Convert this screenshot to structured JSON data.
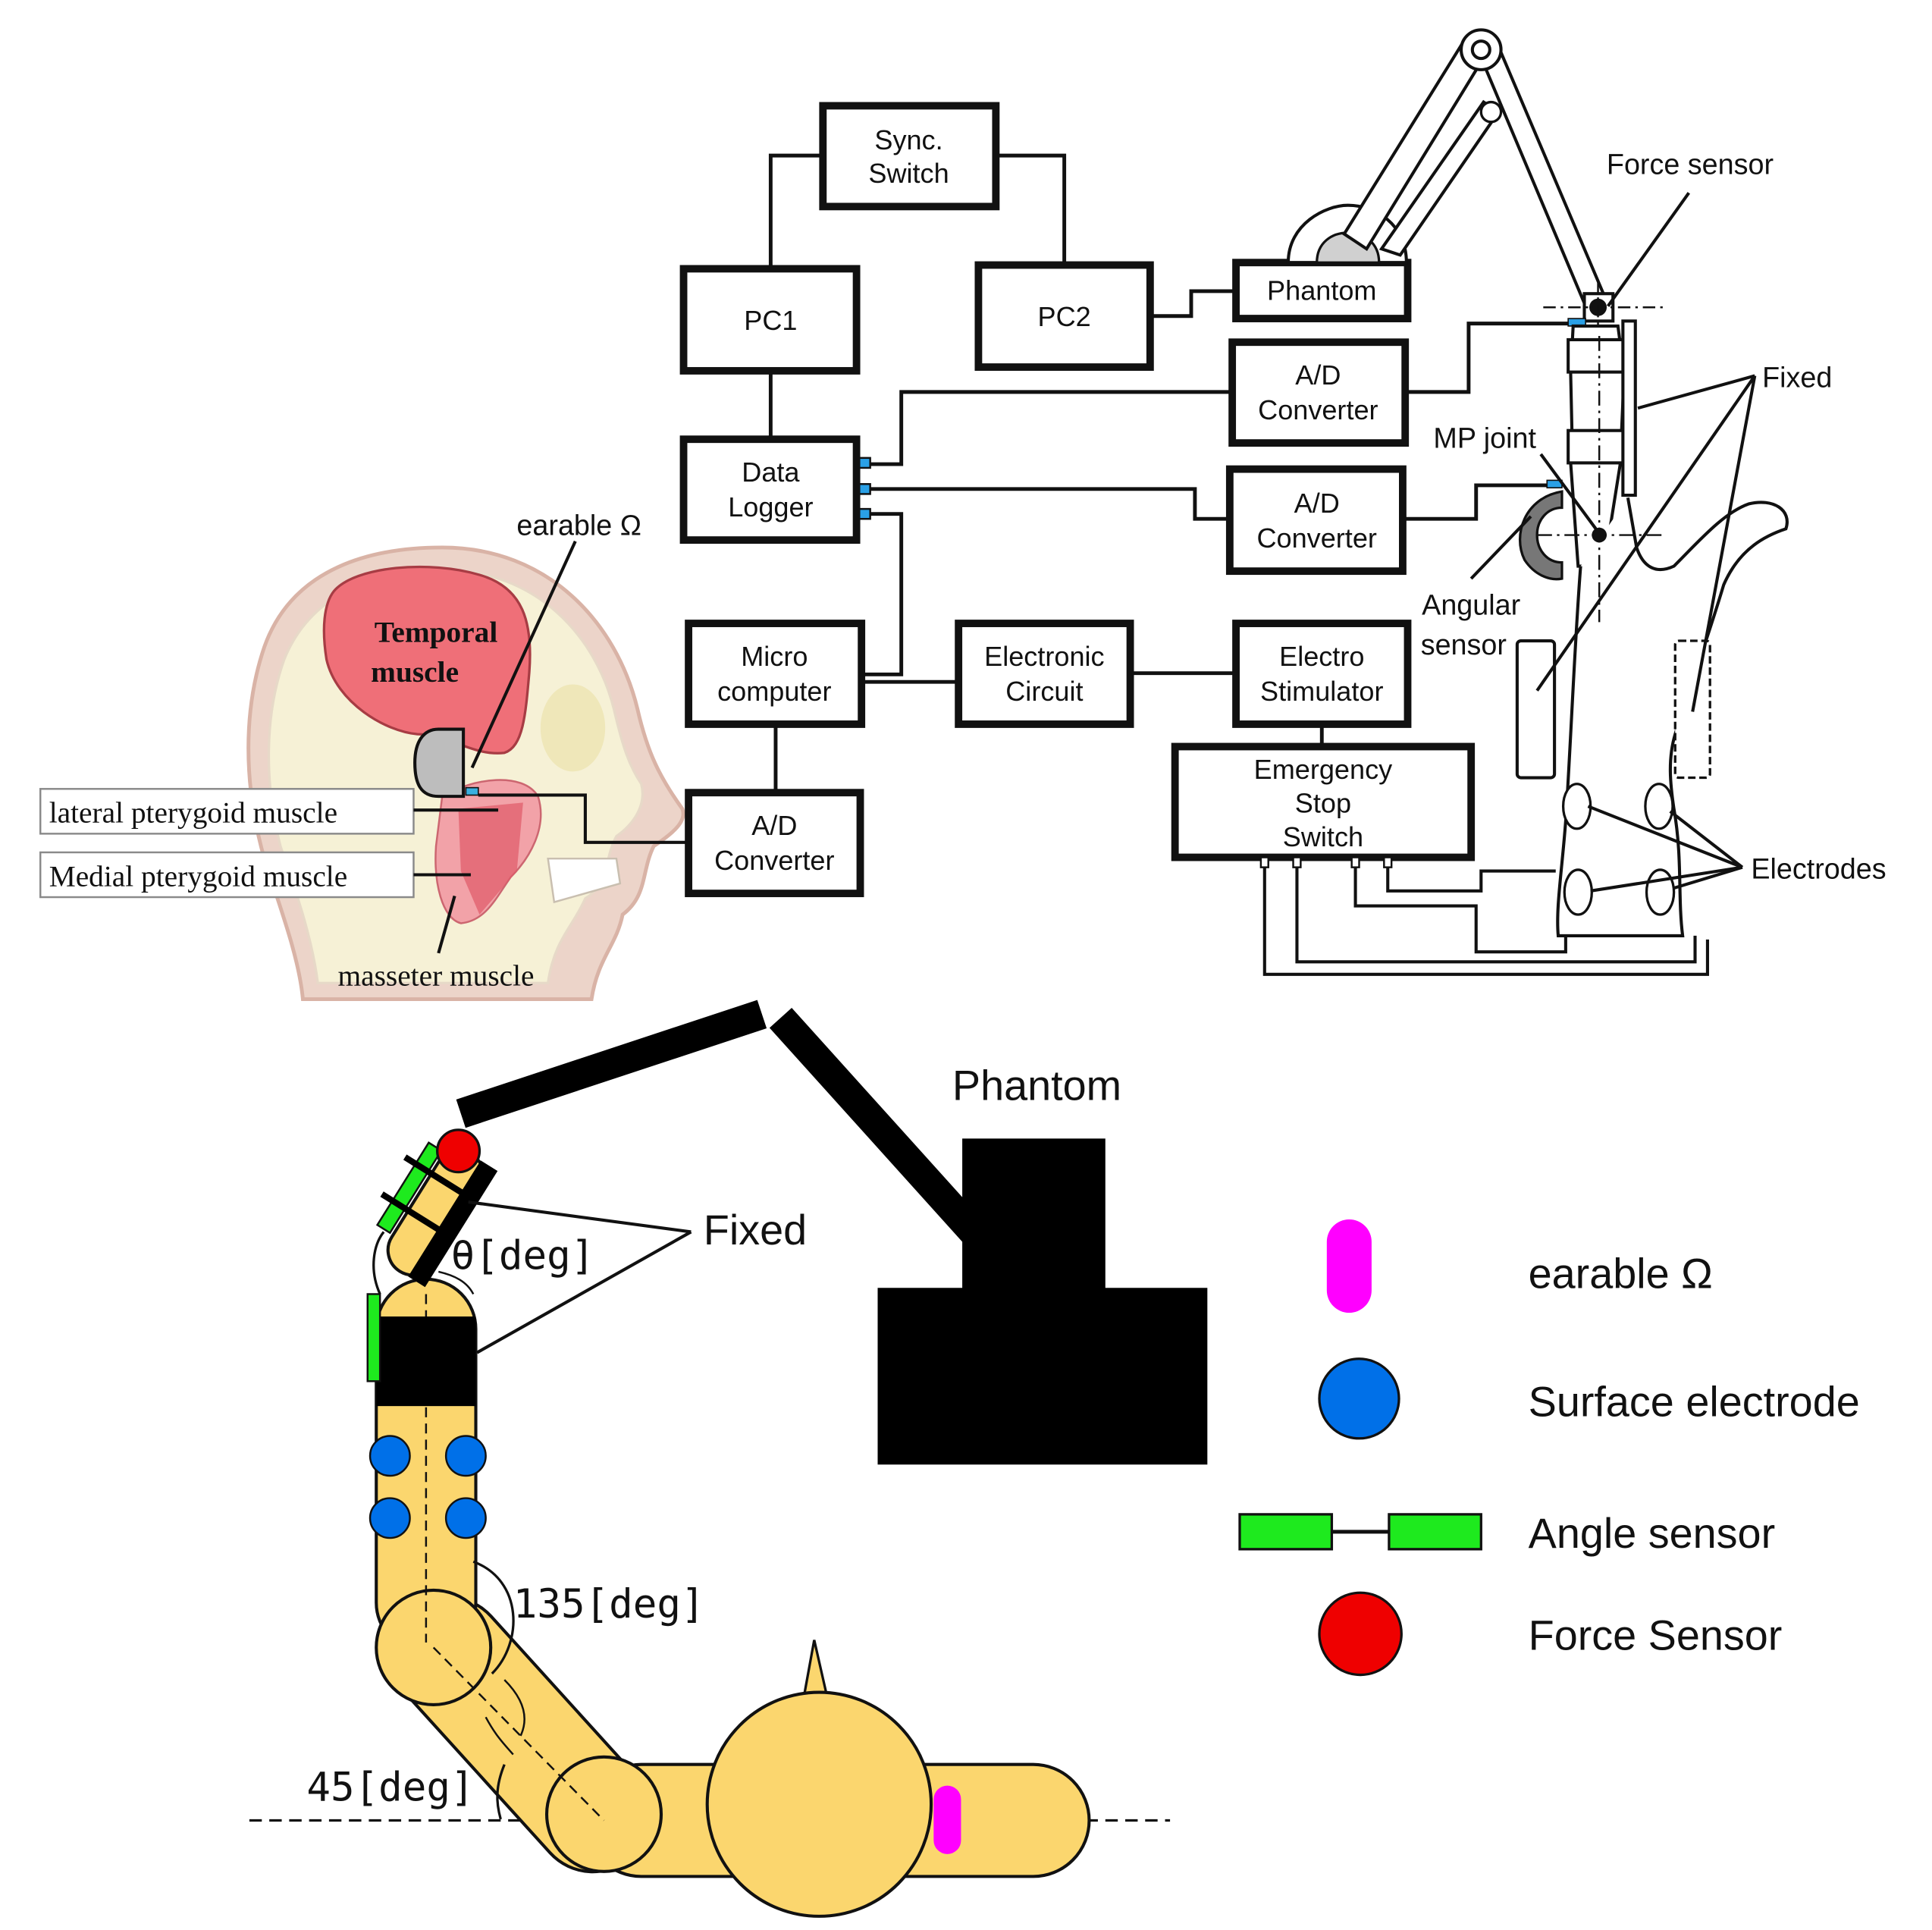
{
  "blocks": {
    "sync_switch": [
      "Sync.",
      "Switch"
    ],
    "pc1": "PC1",
    "pc2": "PC2",
    "phantom": "Phantom",
    "ad_converter_1": [
      "A/D",
      "Converter"
    ],
    "ad_converter_2": [
      "A/D",
      "Converter"
    ],
    "ad_converter_3": [
      "A/D",
      "Converter"
    ],
    "data_logger": [
      "Data",
      "Logger"
    ],
    "micro_computer": [
      "Micro",
      "computer"
    ],
    "electronic_circuit": [
      "Electronic",
      "Circuit"
    ],
    "electro_stimulator": [
      "Electro",
      "Stimulator"
    ],
    "emergency_stop_switch": [
      "Emergency",
      "Stop",
      "Switch"
    ]
  },
  "hand_labels": {
    "force_sensor": "Force sensor",
    "fixed": "Fixed",
    "mp_joint": "MP joint",
    "angular_sensor": [
      "Angular",
      "sensor"
    ],
    "electrodes": "Electrodes"
  },
  "head_labels": {
    "earable": "earable Ω",
    "temporal_muscle": [
      "Temporal",
      "muscle"
    ],
    "lateral_pterygoid": "lateral pterygoid muscle",
    "medial_pterygoid": "Medial pterygoid muscle",
    "masseter": "masseter muscle"
  },
  "setup": {
    "phantom": "Phantom",
    "fixed": "Fixed",
    "theta_angle": "θ[deg]",
    "elbow_angle": "135[deg]",
    "shoulder_angle": "45[deg]"
  },
  "legend": [
    {
      "label": "earable Ω",
      "icon": "magenta-capsule",
      "color": "#ff00ff"
    },
    {
      "label": "Surface electrode",
      "icon": "blue-circle",
      "color": "#0070e8"
    },
    {
      "label": "Angle sensor",
      "icon": "green-bar-pair",
      "color": "#1eea1e"
    },
    {
      "label": "Force Sensor",
      "icon": "red-circle",
      "color": "#ef0000"
    }
  ],
  "colors": {
    "arm": "#fbd66e",
    "skin": "#f6f1d6",
    "temporal": "#ef6f78",
    "phantom": "#000000"
  }
}
